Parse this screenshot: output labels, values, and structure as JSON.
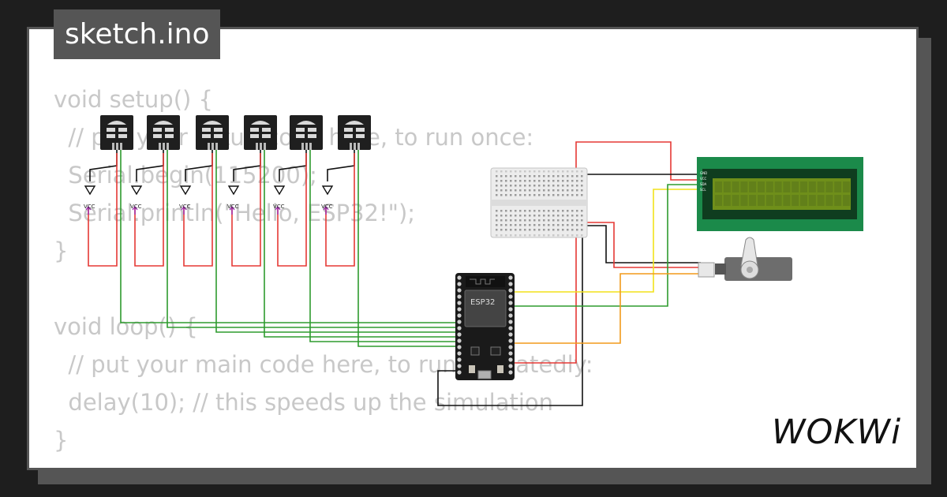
{
  "tab": {
    "filename": "sketch.ino"
  },
  "code": {
    "lines": [
      "void setup() {",
      "  // put your setup code here, to run once:",
      "  Serial.begin(115200);",
      "  Serial.println(\"Hello, ESP32!\");",
      "}",
      "",
      "void loop() {",
      "  // put your main code here, to run repeatedly:",
      "  delay(10); // this speeds up the simulation",
      "}"
    ]
  },
  "circuit": {
    "sensor_count": 6,
    "vcc_label": "VCC",
    "esp32_label": "ESP32",
    "lcd_pins": [
      "GND",
      "VCC",
      "SDA",
      "SCL"
    ],
    "wire_colors": {
      "red": "#e53935",
      "green": "#2e9b2e",
      "black": "#111111",
      "yellow": "#f2e21a",
      "orange": "#f29a1a",
      "purple": "#9c27b0"
    },
    "lcd_colors": {
      "board": "#1b8a4a",
      "screen": "#6f8f1a"
    }
  },
  "branding": {
    "logo": "WOKWi"
  }
}
